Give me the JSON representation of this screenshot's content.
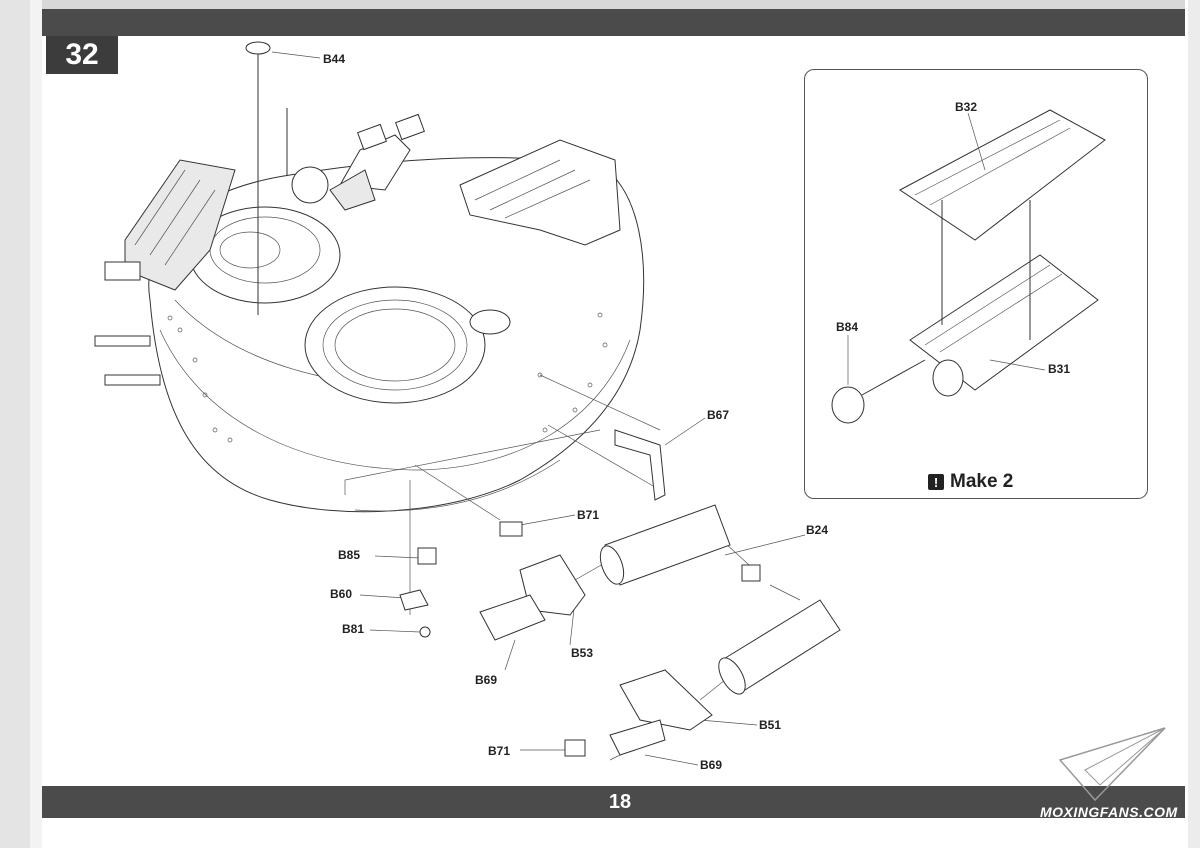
{
  "step_number": "32",
  "page_number": "18",
  "watermark": "MOXINGFANS.COM",
  "inset": {
    "note": "Make 2",
    "labels": {
      "b32": "B32",
      "b84": "B84",
      "b31": "B31"
    }
  },
  "parts": {
    "b44": "B44",
    "b67": "B67",
    "b71_top": "B71",
    "b24": "B24",
    "b85": "B85",
    "b60": "B60",
    "b81": "B81",
    "b53": "B53",
    "b69_left": "B69",
    "b51": "B51",
    "b71_bottom": "B71",
    "b69_bottom": "B69"
  },
  "colors": {
    "bar": "#4b4b4b",
    "line": "#333333"
  }
}
